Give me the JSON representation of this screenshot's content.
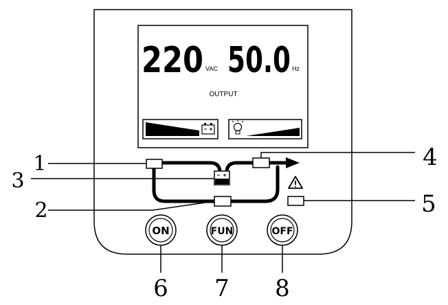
{
  "display": {
    "voltage": "220",
    "voltage_unit": "VAC",
    "frequency": "50.0",
    "frequency_unit": "Hz",
    "mode_label": "OUTPUT",
    "battery_level": 0.6,
    "load_level": 0.6
  },
  "buttons": {
    "on": "ON",
    "fun": "FUN",
    "off": "OFF"
  },
  "callouts": {
    "c1": "1",
    "c2": "2",
    "c3": "3",
    "c4": "4",
    "c5": "5",
    "c6": "6",
    "c7": "7",
    "c8": "8"
  },
  "icons": {
    "warning": "warning-triangle-icon",
    "battery": "battery-icon",
    "bulb": "light-bulb-icon"
  }
}
